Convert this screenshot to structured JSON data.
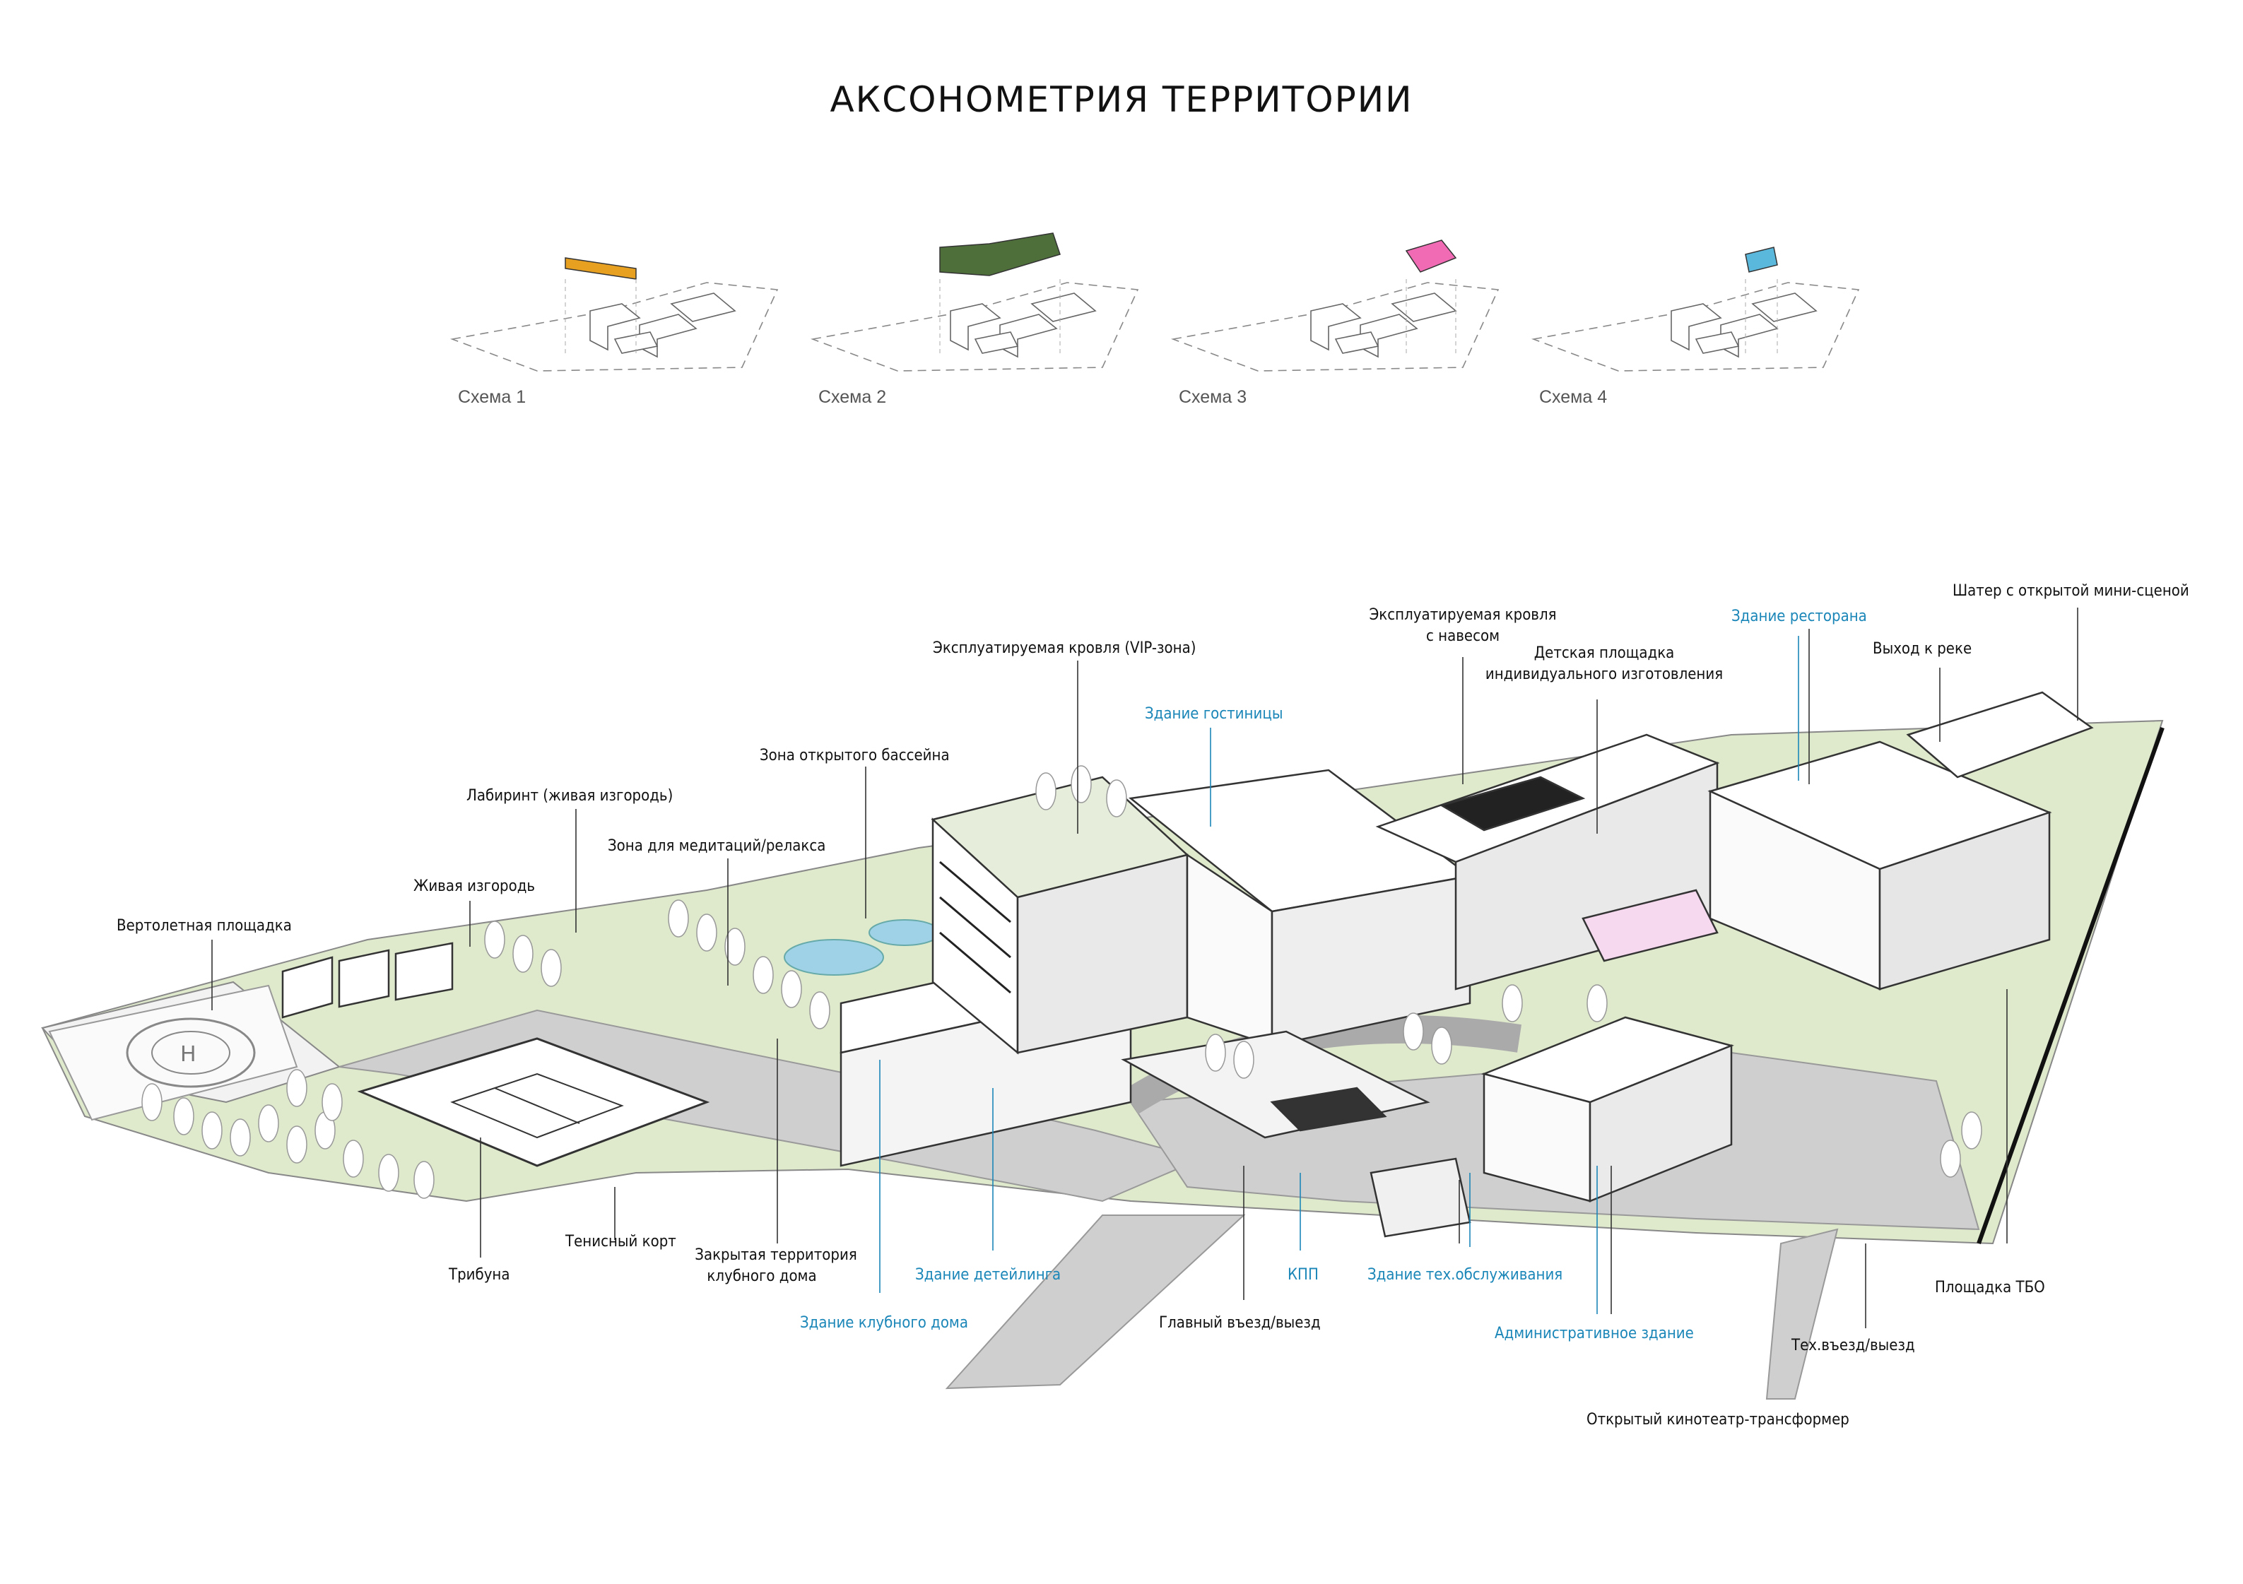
{
  "title": "АКСОНОМЕТРИЯ ТЕРРИТОРИИ",
  "schemes": [
    {
      "label": "Схема 1",
      "highlight_color": "#e8a020"
    },
    {
      "label": "Схема 2",
      "highlight_color": "#4e6e3a"
    },
    {
      "label": "Схема 3",
      "highlight_color": "#f06ab4"
    },
    {
      "label": "Схема 4",
      "highlight_color": "#5bb8dd"
    }
  ],
  "colors": {
    "label_text": "#111111",
    "building_label": "#1b86b8",
    "lawn": "#dfe9cc",
    "road": "#c9c9c9",
    "roof_fill": "#ffffff",
    "pool": "#9fd2e6"
  },
  "labels": {
    "helipad": "Вертолетная площадка",
    "hedge": "Живая изгородь",
    "labyrinth": "Лабиринт (живая изгородь)",
    "meditation": "Зона для медитаций/релакса",
    "pool_zone": "Зона открытого бассейна",
    "roof_vip": "Эксплуатируемая кровля (VIP-зона)",
    "hotel": "Здание гостиницы",
    "roof_canopy_1": "Эксплуатируемая кровля",
    "roof_canopy_2": "с навесом",
    "playground_1": "Детская площадка",
    "playground_2": "индивидуального изготовления",
    "restaurant": "Здание ресторана",
    "river_exit": "Выход к реке",
    "tent": "Шатер с открытой мини-сценой",
    "tribune": "Трибуна",
    "tennis": "Тенисный корт",
    "closed_area_1": "Закрытая территория",
    "closed_area_2": "клубного дома",
    "club_house": "Здание клубного дома",
    "detailing": "Здание детейлинга",
    "checkpoint": "КПП",
    "main_entry": "Главный въезд/выезд",
    "service_bldg": "Здание тех.обслуживания",
    "admin": "Административное здание",
    "cinema": "Открытый кинотеатр-трансформер",
    "service_entry": "Тех.въезд/выезд",
    "waste": "Площадка ТБО"
  }
}
